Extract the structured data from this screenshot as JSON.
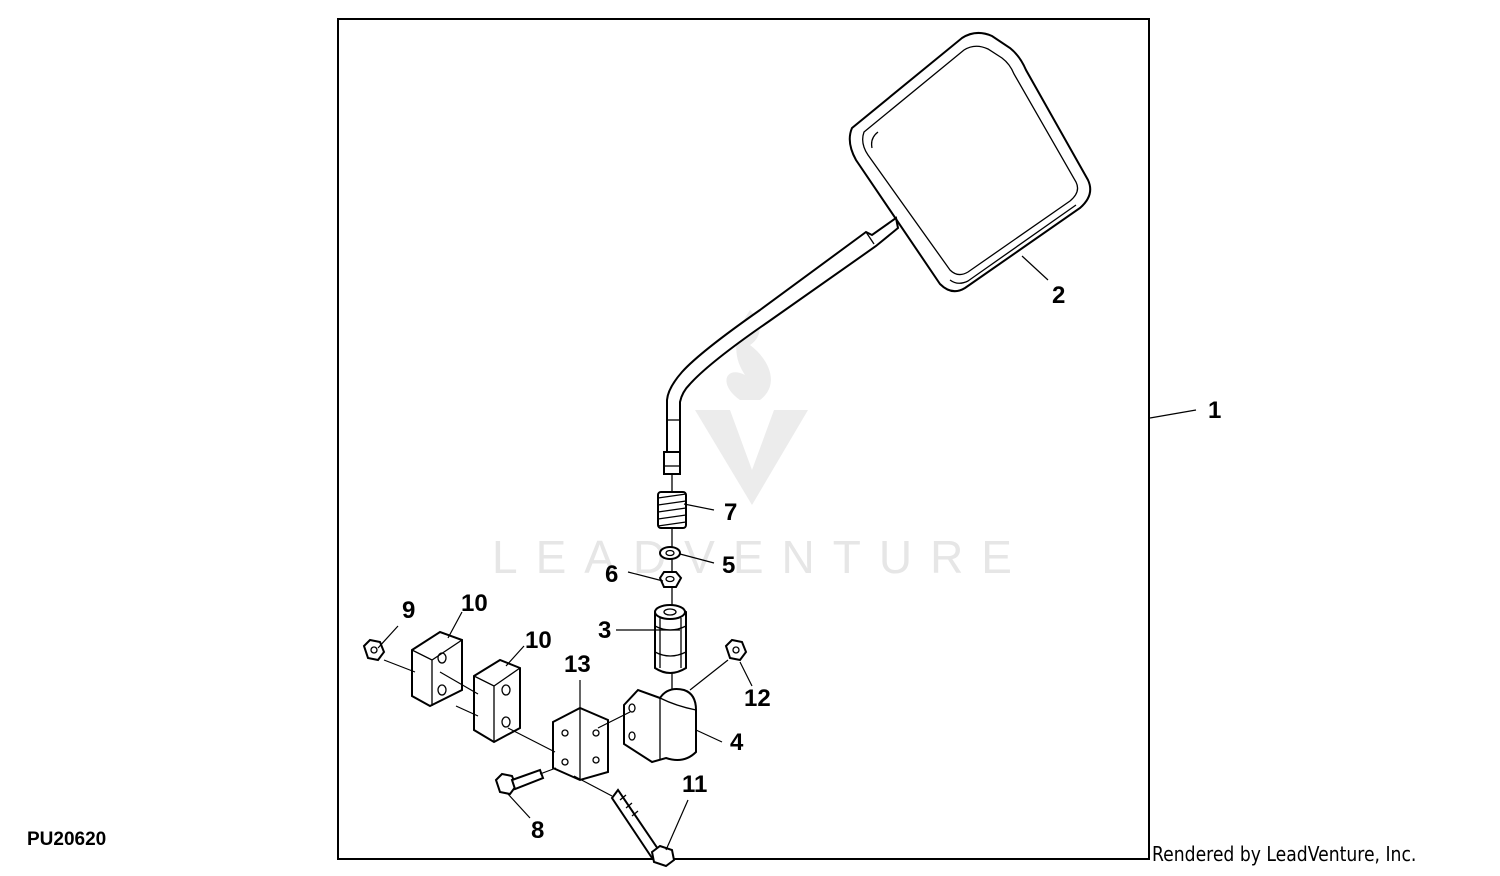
{
  "figure_id": "PU20620",
  "credit": "Rendered by LeadVenture, Inc.",
  "watermark": "LEADVENTURE",
  "callouts": {
    "c1": "1",
    "c2": "2",
    "c3": "3",
    "c4": "4",
    "c5": "5",
    "c6": "6",
    "c7": "7",
    "c8": "8",
    "c9": "9",
    "c10a": "10",
    "c10b": "10",
    "c11": "11",
    "c12": "12",
    "c13": "13"
  }
}
